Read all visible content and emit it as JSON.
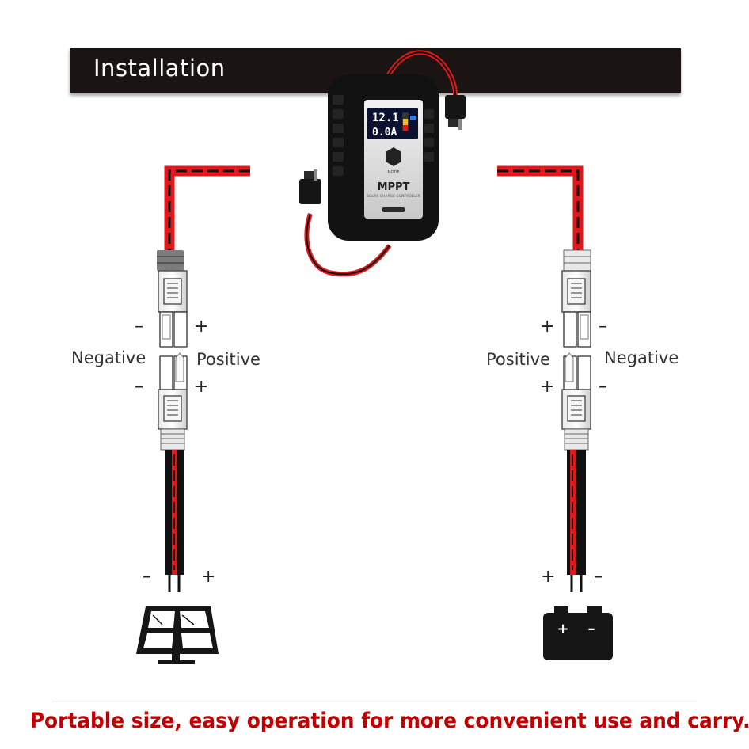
{
  "header": {
    "title": "Installation"
  },
  "controller": {
    "brand": "MPPT",
    "subtitle": "SOLAR CHARGE CONTROLLER",
    "screen_voltage": "12.1",
    "screen_current": "0.0A",
    "button_label": "MODE"
  },
  "left_side": {
    "negative_label": "Negative",
    "positive_label": "Positive",
    "upper_minus": "–",
    "upper_plus": "+",
    "lower_minus": "–",
    "lower_plus": "+",
    "terminal_minus": "–",
    "terminal_plus": "+",
    "device_icon": "solar-panel-icon"
  },
  "right_side": {
    "positive_label": "Positive",
    "negative_label": "Negative",
    "upper_plus": "+",
    "upper_minus": "–",
    "lower_plus": "+",
    "lower_minus": "–",
    "terminal_plus": "+",
    "terminal_minus": "–",
    "device_icon": "battery-icon",
    "battery_plus": "+",
    "battery_minus": "–"
  },
  "colors": {
    "wire_red": "#e3171b",
    "wire_black": "#111111",
    "caption_red": "#c00000",
    "banner": "#1a1413"
  },
  "footer": {
    "caption": "Portable size, easy operation for more convenient use and carry."
  }
}
